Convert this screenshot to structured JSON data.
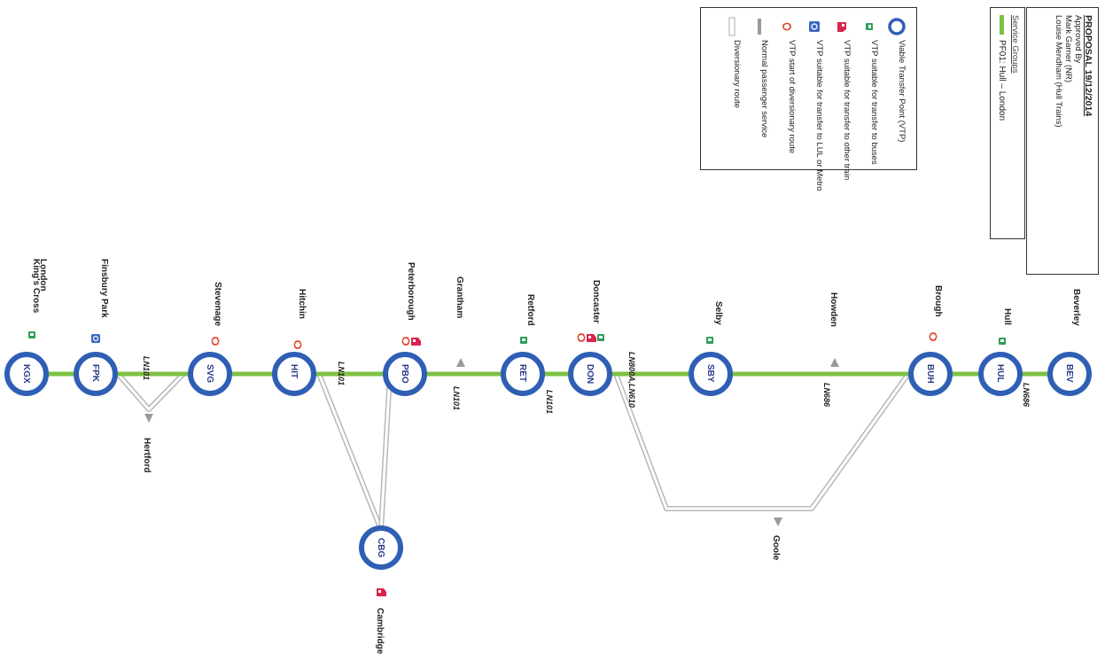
{
  "proposal": {
    "title": "PROPOSAL 19/12/2014",
    "approved_by": "Approved By",
    "approvers": [
      "Mark Garner (NR)",
      "Louise Mendham (Hull Trains)"
    ]
  },
  "service_groups": {
    "heading": "Service Groups",
    "items": [
      {
        "label": "PF01: Hull – London",
        "color": "#7dc143"
      }
    ]
  },
  "legend": [
    {
      "icon": "vtp-circle-icon",
      "label": "Viable Transfer Point (VTP)"
    },
    {
      "icon": "bus-icon",
      "label": "VTP suitable for transfer to buses"
    },
    {
      "icon": "train-icon",
      "label": "VTP suitable for transfer to other train"
    },
    {
      "icon": "metro-icon",
      "label": "VTP suitable for transfer to LUL or Metro"
    },
    {
      "icon": "diversion-start-icon",
      "label": "VTP start of diversionary route"
    },
    {
      "icon": "normal-service-icon",
      "label": "Normal passenger service"
    },
    {
      "icon": "diversionary-route-icon",
      "label": "Diversionary route"
    }
  ],
  "stations": [
    {
      "code": "KGX",
      "name": "London King's Cross",
      "icons": [
        "bus"
      ]
    },
    {
      "code": "FPK",
      "name": "Finsbury Park",
      "icons": [
        "metro"
      ]
    },
    {
      "code": "SVG",
      "name": "Stevenage",
      "icons": [
        "diversion"
      ]
    },
    {
      "code": "HIT",
      "name": "Hitchin",
      "icons": [
        "diversion"
      ]
    },
    {
      "code": "PBO",
      "name": "Peterborough",
      "icons": [
        "diversion",
        "train"
      ]
    },
    {
      "code": "RET",
      "name": "Retford",
      "icons": [
        "bus"
      ]
    },
    {
      "code": "DON",
      "name": "Doncaster",
      "icons": [
        "diversion",
        "train",
        "bus"
      ]
    },
    {
      "code": "SBY",
      "name": "Selby",
      "icons": [
        "bus"
      ]
    },
    {
      "code": "BUH",
      "name": "Brough",
      "icons": [
        "diversion"
      ]
    },
    {
      "code": "HUL",
      "name": "Hull",
      "icons": [
        "bus"
      ]
    },
    {
      "code": "BEV",
      "name": "Beverley",
      "icons": []
    },
    {
      "code": "CBG",
      "name": "Cambridge",
      "icons": [
        "train"
      ]
    }
  ],
  "waypoints": [
    {
      "name": "Grantham"
    },
    {
      "name": "Howden"
    },
    {
      "name": "Hertford"
    },
    {
      "name": "Goole"
    }
  ],
  "sequences": [
    {
      "label": "LN101",
      "segment": "FPK-SVG"
    },
    {
      "label": "LN101",
      "segment": "HIT-PBO"
    },
    {
      "label": "LN101",
      "segment": "PBO-RET"
    },
    {
      "label": "LN101",
      "segment": "RET-DON"
    },
    {
      "label": "LN800A,LN610",
      "segment": "DON-SBY"
    },
    {
      "label": "LN686",
      "segment": "SBY-BUH"
    },
    {
      "label": "LN686",
      "segment": "HUL-BEV"
    }
  ],
  "colors": {
    "route": "#7dc143",
    "station_ring": "#2f5fb4",
    "bus": "#2e9e57",
    "train": "#d9234f",
    "metro": "#3a67c0",
    "diversion": "#e0452a",
    "marker": "#9a9a9a"
  }
}
